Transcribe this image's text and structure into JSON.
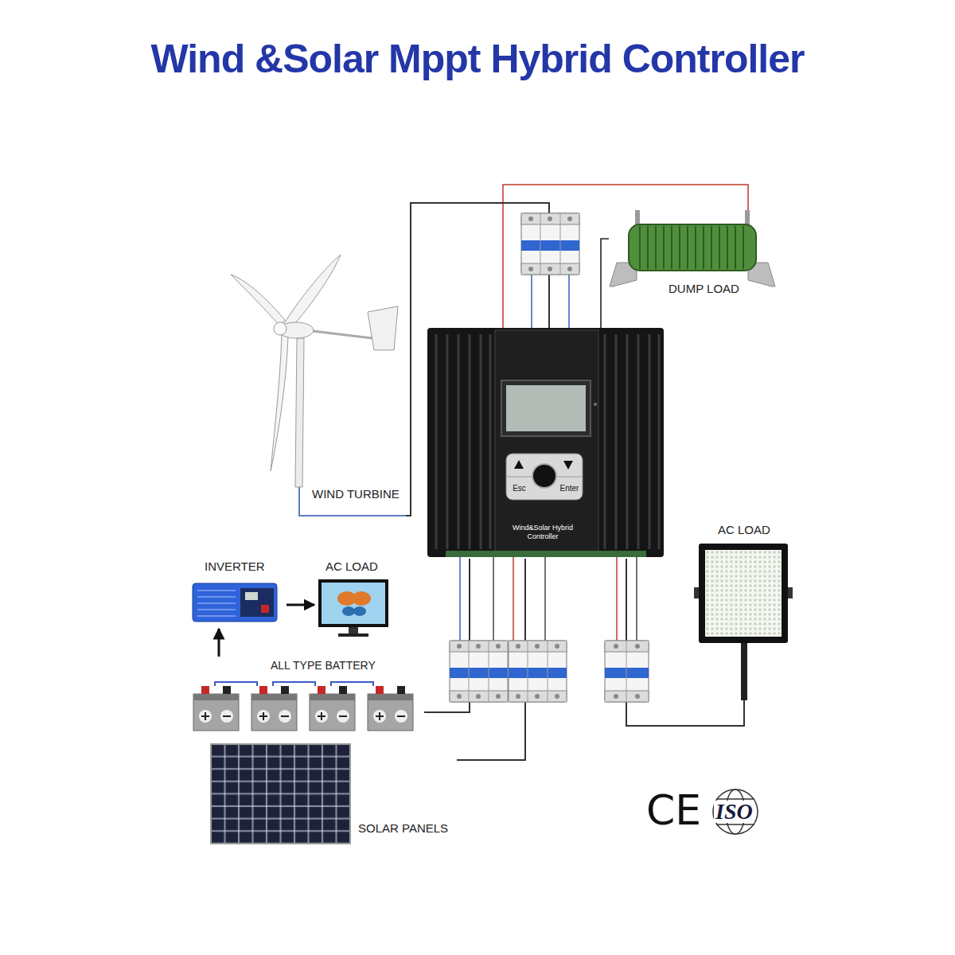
{
  "diagram": {
    "title": "Wind &Solar Mppt Hybrid Controller",
    "nodes": [
      {
        "text": [
          "DUMP LOAD"
        ]
      },
      {
        "text": [
          "WIND TURBINE"
        ]
      },
      {
        "text": [
          "Wind&Solar Hybrid Controller"
        ]
      },
      {
        "text": [
          "Esc"
        ],
        "in": 2
      },
      {
        "text": [
          "Enter"
        ],
        "in": 2
      },
      {
        "text": [
          "AC LOAD"
        ]
      },
      {
        "text": [
          "INVERTER"
        ]
      },
      {
        "text": [
          "AC LOAD"
        ]
      },
      {
        "text": [
          "ALL TYPE BATTERY"
        ]
      },
      {
        "text": [
          "SOLAR PANELS"
        ]
      }
    ],
    "edges": [
      {
        "from": 1,
        "to": 2,
        "arrow": "none"
      },
      {
        "from": 2,
        "to": 0,
        "arrow": "none"
      },
      {
        "from": 6,
        "to": 7,
        "arrow": "to"
      },
      {
        "from": 8,
        "to": 6,
        "arrow": "to"
      },
      {
        "from": 8,
        "to": 2,
        "arrow": "none"
      },
      {
        "from": 9,
        "to": 2,
        "arrow": "none"
      },
      {
        "from": 2,
        "to": 5,
        "arrow": "none"
      }
    ],
    "labels": [
      "CE",
      "ISO"
    ]
  }
}
